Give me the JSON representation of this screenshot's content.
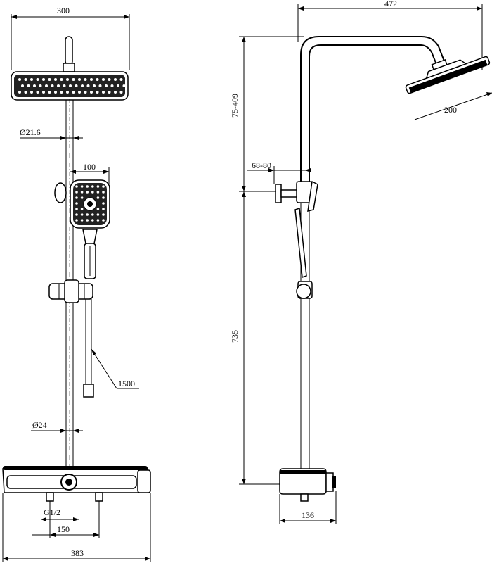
{
  "front_view": {
    "dimensions": {
      "head_width": "300",
      "pipe_diameter": "Ø21.6",
      "hand_shower_width": "100",
      "hose_length": "1500",
      "lower_pipe_diameter": "Ø24",
      "inlet_thread": "G1/2",
      "inlet_spacing": "150",
      "shelf_width": "383"
    }
  },
  "side_view": {
    "dimensions": {
      "arm_reach": "472",
      "head_size": "200",
      "height_adjust": "75-409",
      "wall_offset": "68-80",
      "lower_height": "735",
      "shelf_depth": "136"
    }
  }
}
